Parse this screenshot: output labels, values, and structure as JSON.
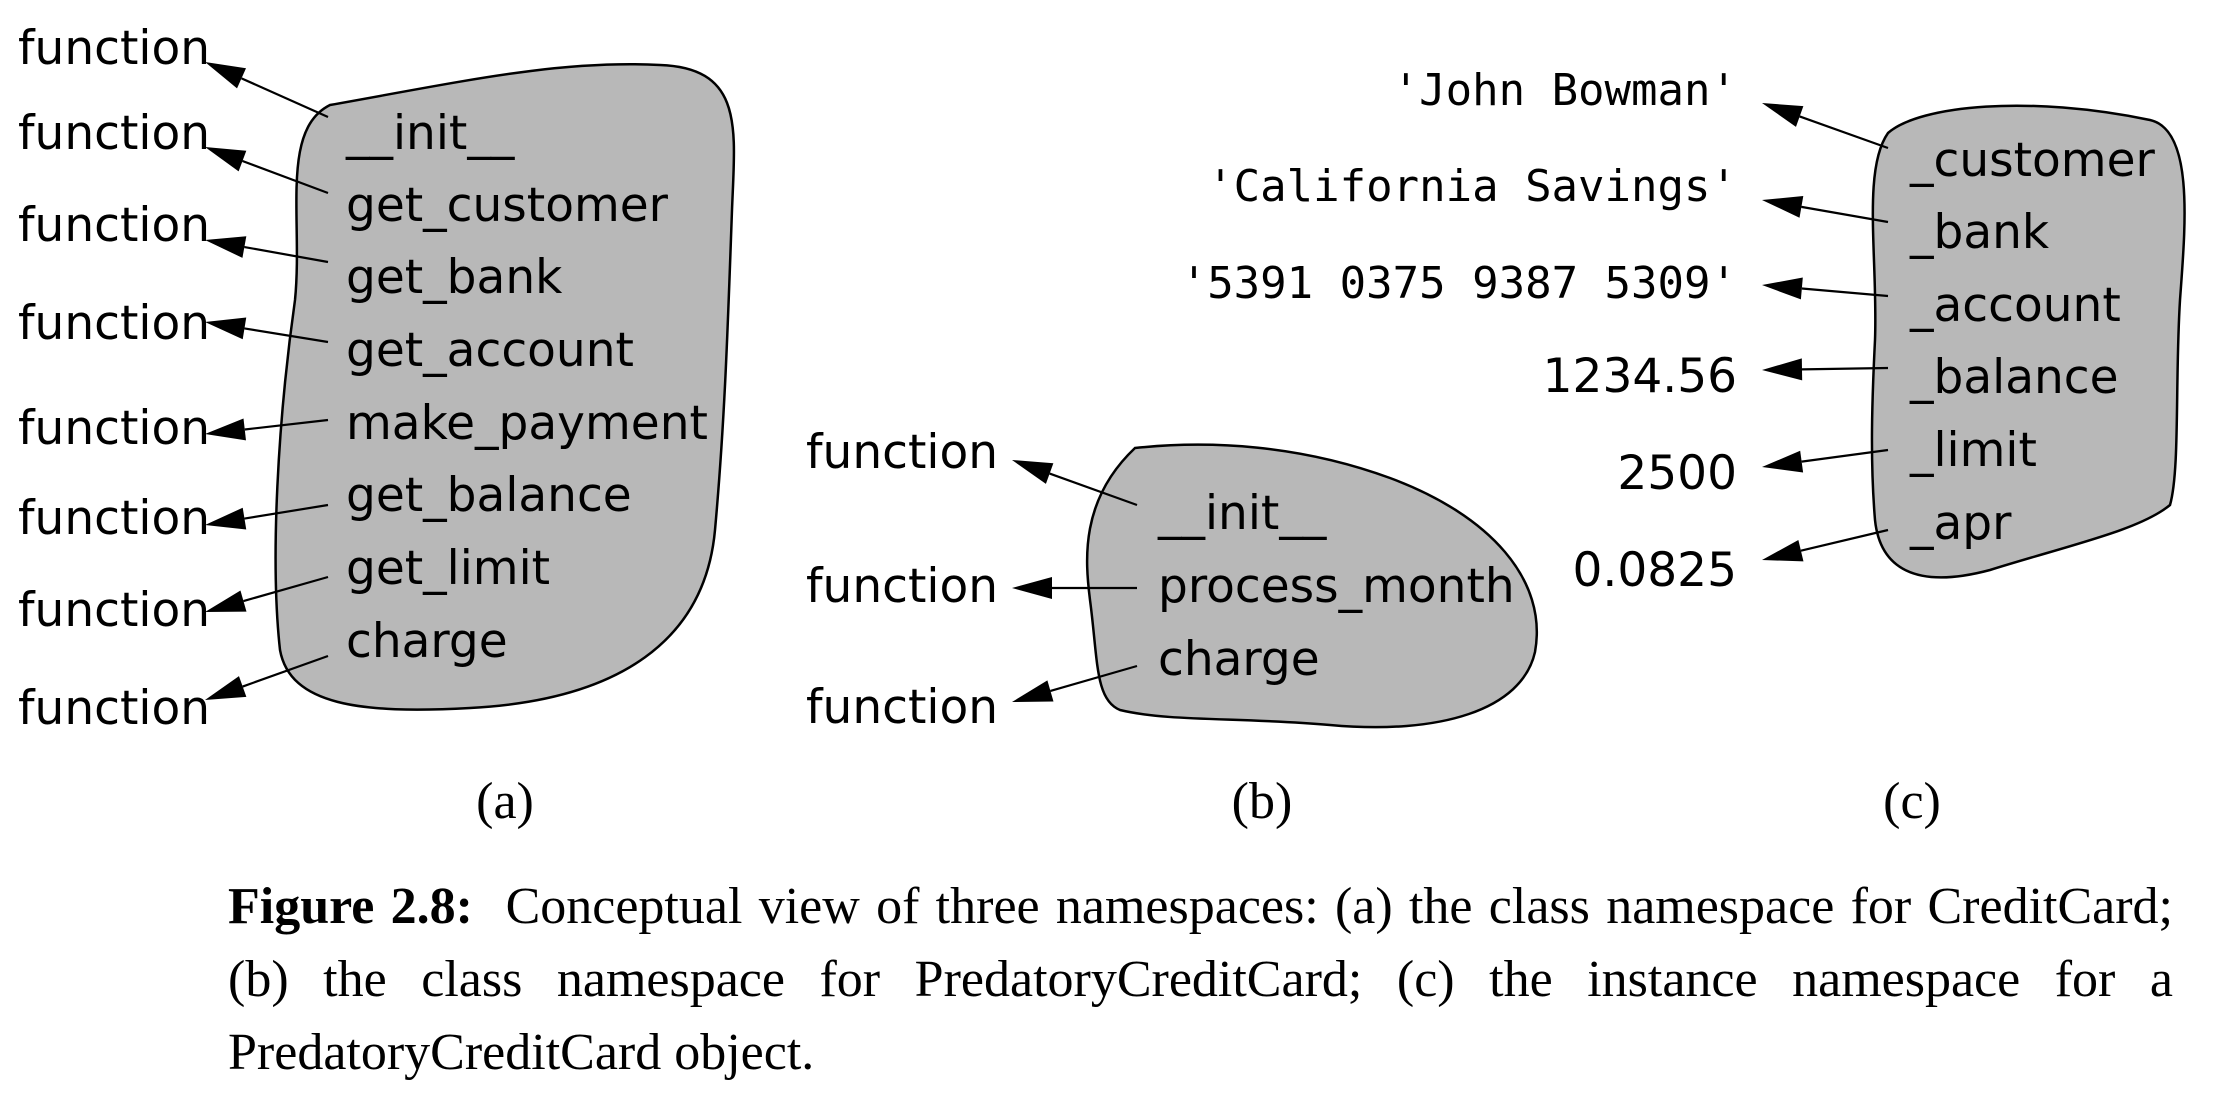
{
  "panel_a": {
    "label": "(a)",
    "targets": [
      "function",
      "function",
      "function",
      "function",
      "function",
      "function",
      "function",
      "function"
    ],
    "names": [
      "__init__",
      "get_customer",
      "get_bank",
      "get_account",
      "make_payment",
      "get_balance",
      "get_limit",
      "charge"
    ]
  },
  "panel_b": {
    "label": "(b)",
    "targets": [
      "function",
      "function",
      "function"
    ],
    "names": [
      "__init__",
      "process_month",
      "charge"
    ]
  },
  "panel_c": {
    "label": "(c)",
    "values": [
      "'John Bowman'",
      "'California Savings'",
      "'5391 0375 9387 5309'",
      "1234.56",
      "2500",
      "0.0825"
    ],
    "names": [
      "_customer",
      "_bank",
      "_account",
      "_balance",
      "_limit",
      "_apr"
    ]
  },
  "caption": {
    "label": "Figure 2.8:",
    "text": "Conceptual view of three namespaces: (a) the class namespace for CreditCard; (b) the class namespace for PredatoryCreditCard; (c) the instance namespace for a PredatoryCreditCard object."
  }
}
